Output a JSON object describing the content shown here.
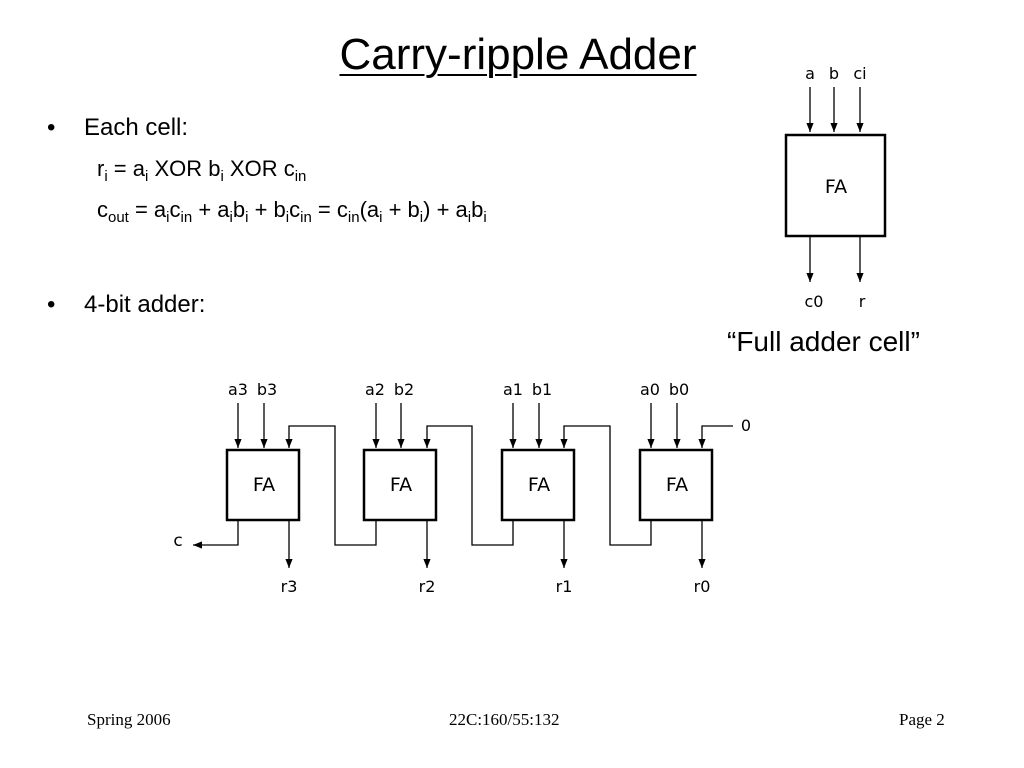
{
  "title": "Carry-ripple Adder",
  "bullets": {
    "bullet_char": "•",
    "each_cell": "Each cell:",
    "four_bit": "4-bit adder:"
  },
  "equations": {
    "r": {
      "r": "r",
      "i": "i",
      "eq": " = a",
      "i2": "i",
      "xor": " XOR b",
      "i3": "i",
      "xor2": " XOR c",
      "in": "in"
    },
    "cout": {
      "c": "c",
      "out": "out",
      "t1": " = a",
      "s1": "i",
      "t2": "c",
      "s2": "in",
      "t3": " + a",
      "s3": "i",
      "t4": "b",
      "s4": "i",
      "t5": " + b",
      "s5": "i",
      "t6": "c",
      "s6": "in",
      "t7": " = c",
      "s7": "in",
      "t8": "(a",
      "s8": "i",
      "t9": " + b",
      "s9": "i",
      "t10": ") + a",
      "s10": "i",
      "t11": "b",
      "s11": "i"
    }
  },
  "full_adder_cell": {
    "inputs": [
      "a",
      "b",
      "ci"
    ],
    "block_label": "FA",
    "outputs": [
      "c0",
      "r"
    ],
    "caption": "“Full adder cell”"
  },
  "ripple_adder": {
    "cells": [
      {
        "a": "a3",
        "b": "b3",
        "label": "FA",
        "r": "r3"
      },
      {
        "a": "a2",
        "b": "b2",
        "label": "FA",
        "r": "r2"
      },
      {
        "a": "a1",
        "b": "b1",
        "label": "FA",
        "r": "r1"
      },
      {
        "a": "a0",
        "b": "b0",
        "label": "FA",
        "r": "r0"
      }
    ],
    "carry_in": "0",
    "carry_out": "c"
  },
  "footer": {
    "left": "Spring 2006",
    "center": "22C:160/55:132",
    "right": "Page 2"
  }
}
